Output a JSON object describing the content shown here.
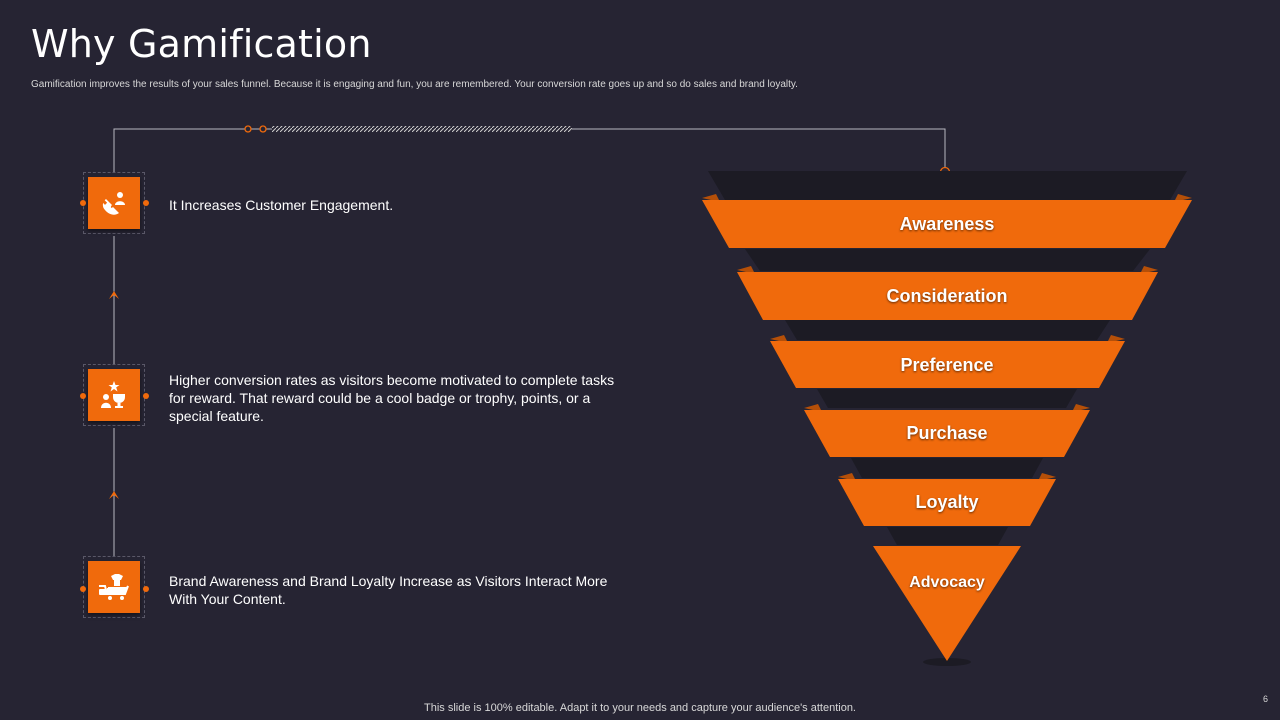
{
  "header": {
    "title": "Why Gamification",
    "subtitle": "Gamification improves the results of your sales funnel. Because it is engaging and fun, you are remembered.  Your conversion rate goes up and so do sales and brand loyalty."
  },
  "points": [
    {
      "icon": "magnet-user-icon",
      "text": "It Increases Customer Engagement."
    },
    {
      "icon": "trophy-reward-icon",
      "text": "Higher conversion rates as visitors become motivated to complete tasks for reward. That reward could be a cool badge or trophy, points, or a special feature."
    },
    {
      "icon": "shopping-cart-icon",
      "text": "Brand Awareness and Brand Loyalty Increase as Visitors Interact More With Your Content."
    }
  ],
  "funnel": {
    "stages": [
      "Awareness",
      "Consideration",
      "Preference",
      "Purchase",
      "Loyalty",
      "Advocacy"
    ],
    "color": "#f06a0c"
  },
  "footer": {
    "note": "This slide is 100% editable. Adapt it to your needs and capture your audience's attention.",
    "page_number": "6"
  }
}
